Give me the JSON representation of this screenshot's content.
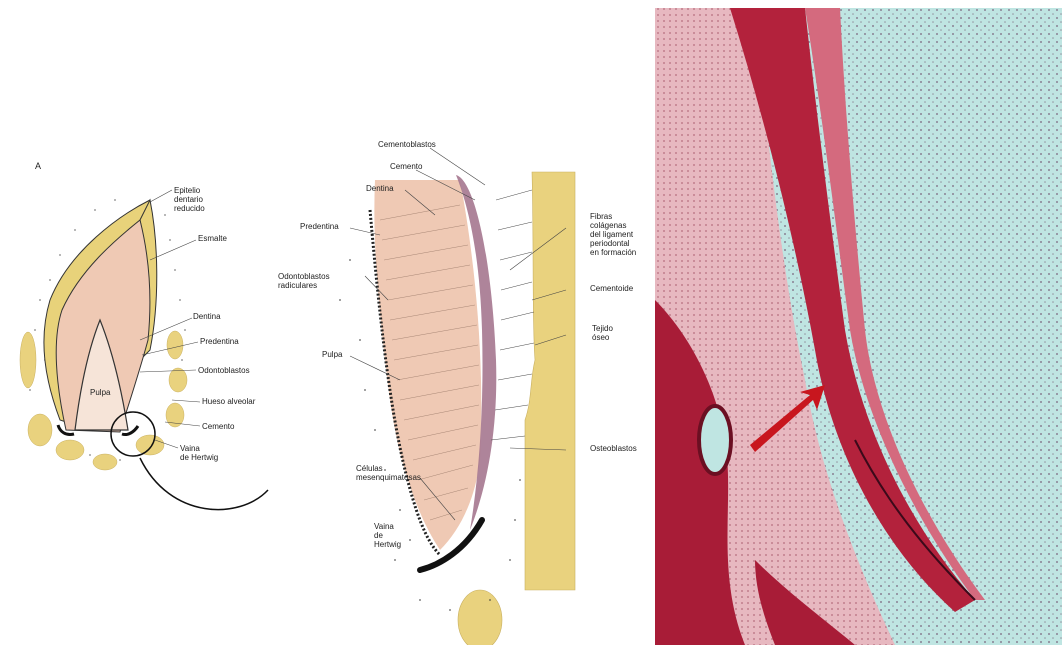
{
  "diagram": {
    "panel_letter": "A",
    "left_labels": {
      "epitelio": "Epitelio\ndentario\nreducido",
      "esmalte": "Esmalte",
      "dentina": "Dentina",
      "predentina": "Predentina",
      "odontoblastos": "Odontoblastos",
      "hueso_alveolar": "Hueso alveolar",
      "cemento": "Cemento",
      "pulpa": "Pulpa",
      "vaina": "Vaina\nde Hertwig"
    },
    "middle_labels": {
      "cementoblastos": "Cementoblastos",
      "cemento": "Cemento",
      "dentina": "Dentina",
      "predentina": "Predentina",
      "odontoblastos_radiculares": "Odontoblastos\nradiculares",
      "pulpa": "Pulpa",
      "celulas_mesenquimatosas": "Células\nmesenquimatosas",
      "vaina": "Vaina\nde\nHertwig",
      "fibras_colagenas": "Fibras\ncolágenas\ndel ligament\nperiodontal\nen formación",
      "cementoide": "Cementoide",
      "tejido_oseo": "Tejido\nóseo",
      "osteoblastos": "Osteoblastos"
    }
  },
  "colors": {
    "enamel": "#e8d27a",
    "dentin": "#efc9b4",
    "bone": "#e9d27e",
    "cementum": "#a5778f",
    "tissue_red": "#b3223c",
    "tissue_cyan": "#bfe5e2",
    "arrow_red": "#c8161e"
  }
}
